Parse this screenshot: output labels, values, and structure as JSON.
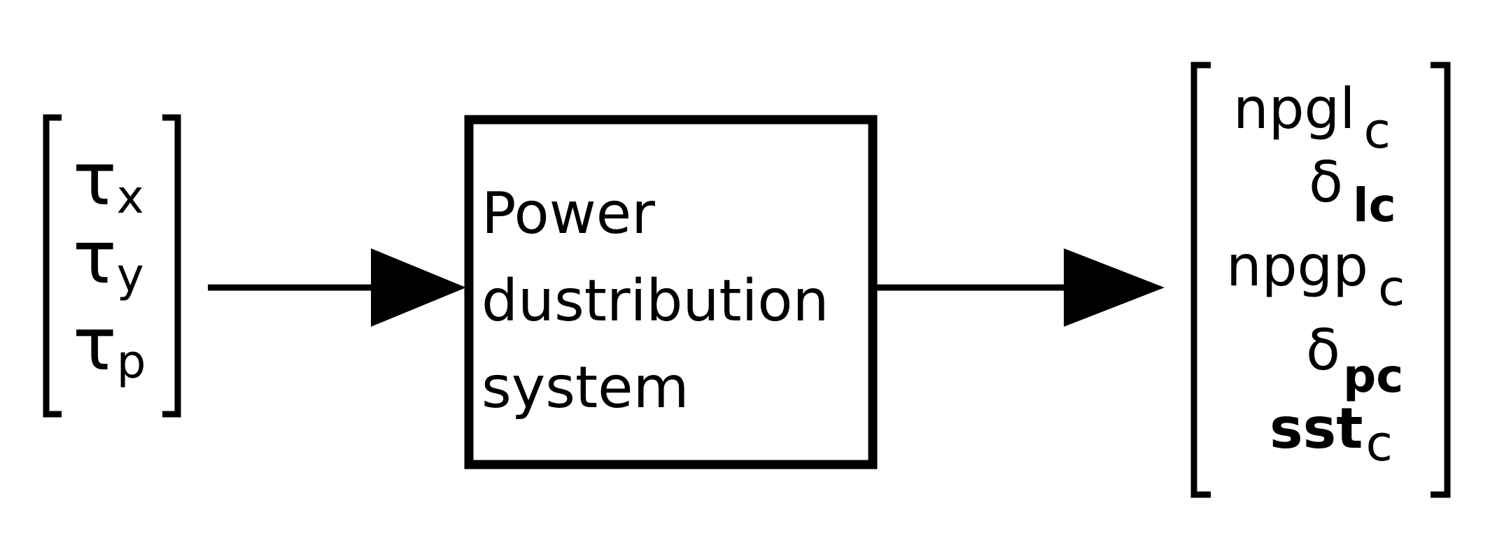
{
  "inputs": [
    {
      "base": "τ",
      "sub": "x"
    },
    {
      "base": "τ",
      "sub": "y"
    },
    {
      "base": "τ",
      "sub": "p"
    }
  ],
  "block": {
    "lines": [
      "Power",
      "dustribution",
      "system"
    ]
  },
  "outputs": [
    {
      "base": "npgl",
      "sub": "c"
    },
    {
      "base": "δ",
      "sub": "lc"
    },
    {
      "base": "npgp",
      "sub": "c"
    },
    {
      "base": "δ",
      "sub": "pc"
    },
    {
      "base": "sst",
      "sub": "c"
    }
  ],
  "colors": {
    "line": "#000000",
    "background": "#ffffff"
  }
}
